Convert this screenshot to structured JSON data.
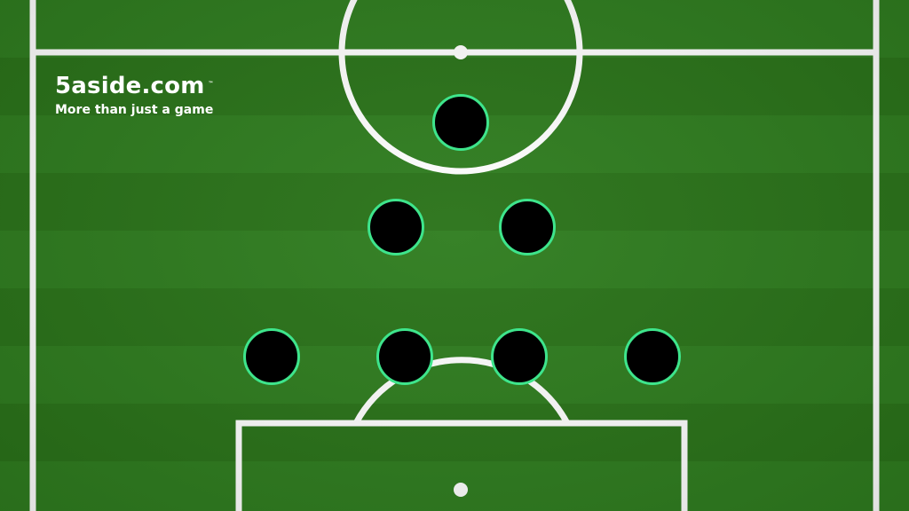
{
  "brand": {
    "name": "5aside.com",
    "trademark": "™",
    "tagline": "More than just a game"
  },
  "colors": {
    "pitch_light": "#2f7d1f",
    "pitch_dark": "#2a7319",
    "line": "#ffffff",
    "player_fill": "#000000",
    "player_ring": "#3ee58c"
  },
  "formation": {
    "rows": [
      {
        "count": 1
      },
      {
        "count": 2
      },
      {
        "count": 4
      }
    ]
  }
}
